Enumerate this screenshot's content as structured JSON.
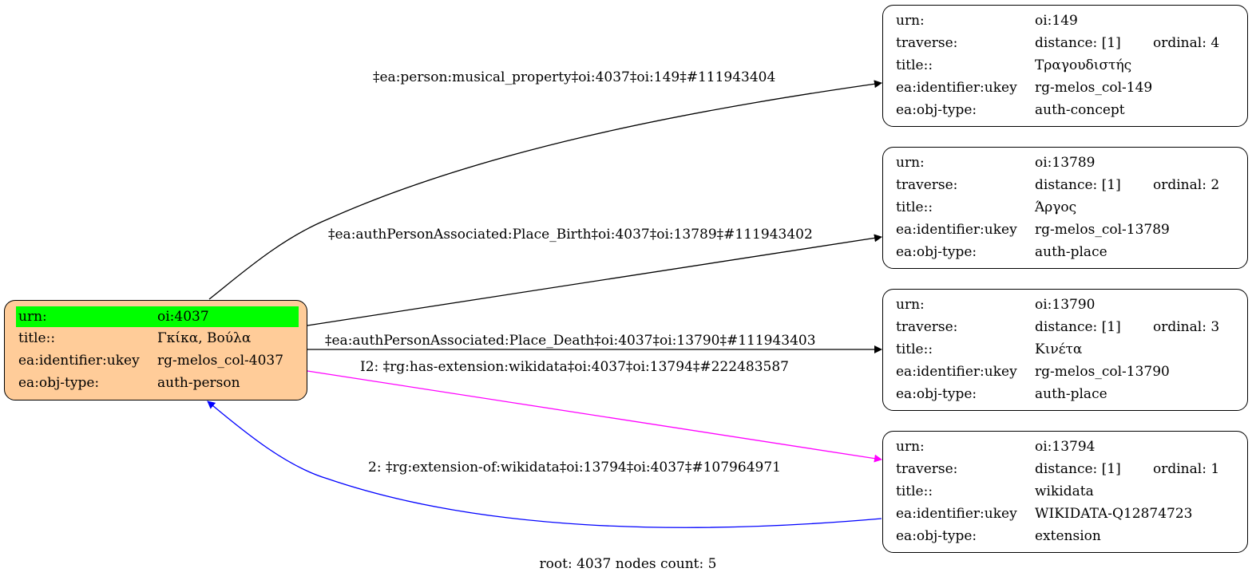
{
  "root_node": {
    "rows": [
      {
        "key": "urn:",
        "value": "oi:4037"
      },
      {
        "key": "title::",
        "value": "Γκίκα, Βούλα"
      },
      {
        "key": "ea:identifier:ukey",
        "value": "rg-melos_col-4037"
      },
      {
        "key": "ea:obj-type:",
        "value": "auth-person"
      }
    ],
    "highlight_color": "#00ff00",
    "fill_color": "#ffcc99"
  },
  "nodes": [
    {
      "urn_key": "urn:",
      "urn": "oi:149",
      "traverse_key": "traverse:",
      "distance": "distance: [1]",
      "ordinal": "ordinal: 4",
      "title_key": "title::",
      "title": "Τραγουδιστής",
      "ukey_key": "ea:identifier:ukey",
      "ukey": "rg-melos_col-149",
      "type_key": "ea:obj-type:",
      "type": "auth-concept"
    },
    {
      "urn_key": "urn:",
      "urn": "oi:13789",
      "traverse_key": "traverse:",
      "distance": "distance: [1]",
      "ordinal": "ordinal: 2",
      "title_key": "title::",
      "title": "Άργος",
      "ukey_key": "ea:identifier:ukey",
      "ukey": "rg-melos_col-13789",
      "type_key": "ea:obj-type:",
      "type": "auth-place"
    },
    {
      "urn_key": "urn:",
      "urn": "oi:13790",
      "traverse_key": "traverse:",
      "distance": "distance: [1]",
      "ordinal": "ordinal: 3",
      "title_key": "title::",
      "title": "Κινέτα",
      "ukey_key": "ea:identifier:ukey",
      "ukey": "rg-melos_col-13790",
      "type_key": "ea:obj-type:",
      "type": "auth-place"
    },
    {
      "urn_key": "urn:",
      "urn": "oi:13794",
      "traverse_key": "traverse:",
      "distance": "distance: [1]",
      "ordinal": "ordinal: 1",
      "title_key": "title::",
      "title": "wikidata",
      "ukey_key": "ea:identifier:ukey",
      "ukey": "WIKIDATA-Q12874723",
      "type_key": "ea:obj-type:",
      "type": "extension"
    }
  ],
  "edges": [
    {
      "label": "‡ea:person:musical_property‡oi:4037‡oi:149‡#111943404",
      "color": "#000000"
    },
    {
      "label": "‡ea:authPersonAssociated:Place_Birth‡oi:4037‡oi:13789‡#111943402",
      "color": "#000000"
    },
    {
      "label": "‡ea:authPersonAssociated:Place_Death‡oi:4037‡oi:13790‡#111943403",
      "color": "#000000"
    },
    {
      "label": "I2: ‡rg:has-extension:wikidata‡oi:4037‡oi:13794‡#222483587",
      "color": "#ff00ff"
    },
    {
      "label": "2: ‡rg:extension-of:wikidata‡oi:13794‡oi:4037‡#107964971",
      "color": "#0000ff"
    }
  ],
  "footer": "root: 4037 nodes count: 5"
}
